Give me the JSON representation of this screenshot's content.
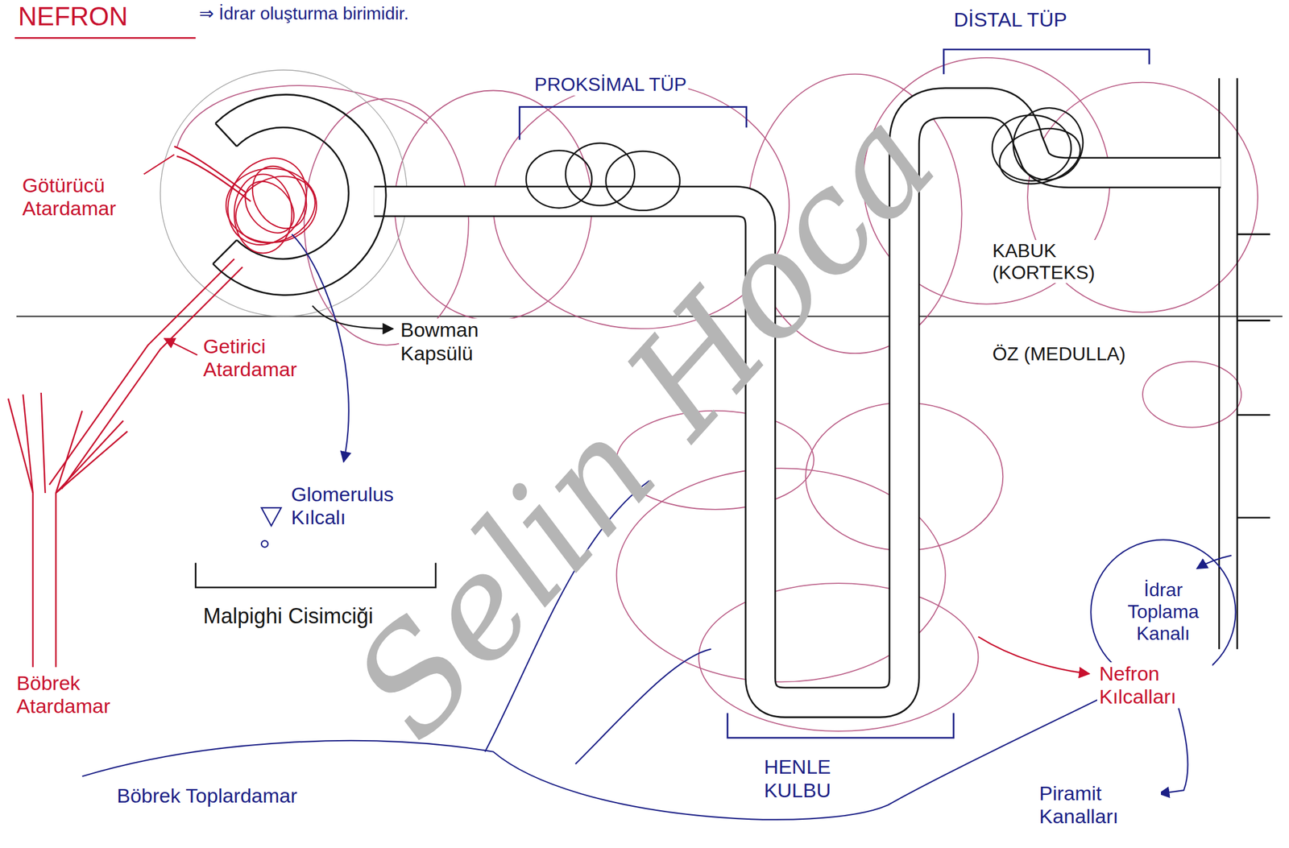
{
  "diagram": {
    "title": "NEFRON",
    "labels": [
      "⇒ İdrar oluşturma birimidir.",
      "DİSTAL TÜP",
      "PROKSİMAL TÜP",
      "Götürücü Atardamar",
      "Getirici Atardamar",
      "Bowman Kapsülü",
      "Glomerulus Kılcalı",
      "Malpighi Cisimciği",
      "Böbrek Atardamar",
      "KABUK (KORTEKS)",
      "ÖZ (MEDULLA)",
      "İdrar Toplama Kanalı",
      "Nefron Kılcalları",
      "HENLE KULBU",
      "Böbrek Toplardamar",
      "Piramit Kanalları",
      "Selin Hoca"
    ]
  }
}
